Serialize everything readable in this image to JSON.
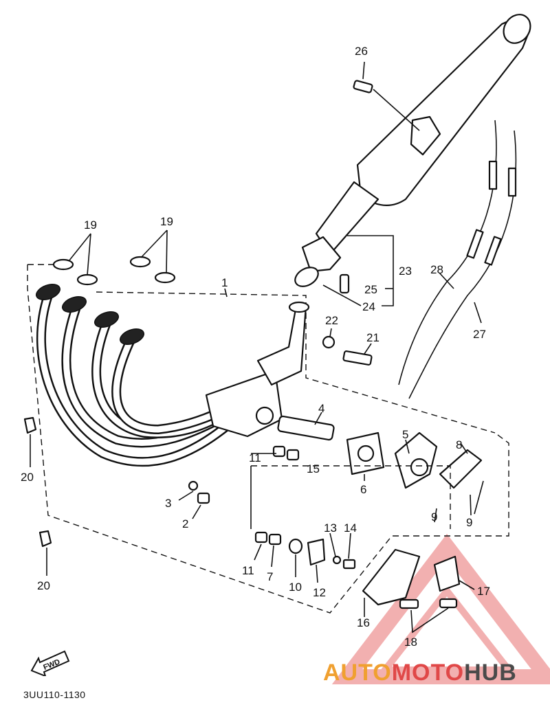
{
  "diagram": {
    "callouts": [
      "1",
      "2",
      "3",
      "4",
      "5",
      "6",
      "7",
      "8",
      "9",
      "9",
      "10",
      "11",
      "11",
      "12",
      "13",
      "14",
      "15",
      "16",
      "17",
      "18",
      "19",
      "19",
      "20",
      "20",
      "21",
      "22",
      "23",
      "24",
      "25",
      "26",
      "27",
      "28"
    ],
    "fwd_label": "FWD",
    "drawing_code": "3UU110-1130"
  },
  "watermark": {
    "part1": "AUTO",
    "part2": "MOTO",
    "part3": "HUB",
    "colors": {
      "auto": "#f0a030",
      "moto": "#e04848",
      "hub": "#4a4a4a",
      "triangle": "#e87070"
    }
  }
}
